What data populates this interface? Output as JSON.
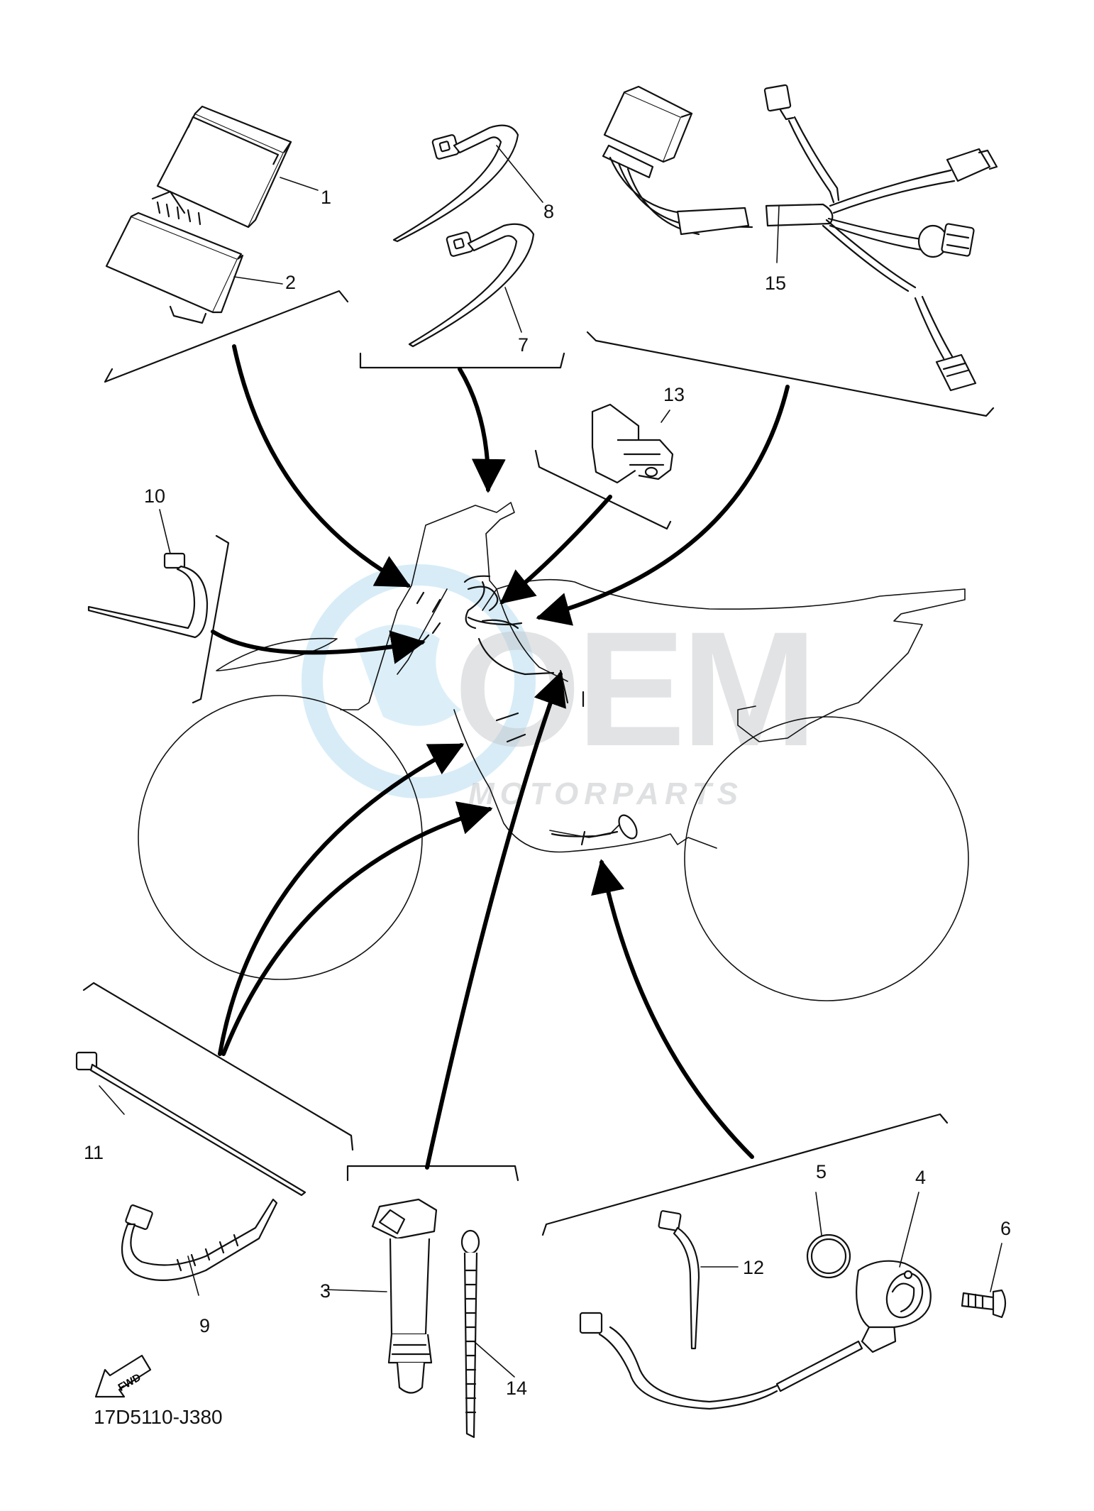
{
  "diagram_code": "17D5110-J380",
  "fwd_label": "FWD",
  "watermark": {
    "brand": "OEM",
    "tagline": "MOTORPARTS",
    "color_globe": "#2e9fd8",
    "color_text": "#9aa0a6"
  },
  "callouts": {
    "c1": "1",
    "c2": "2",
    "c3": "3",
    "c4": "4",
    "c5": "5",
    "c6": "6",
    "c7": "7",
    "c8": "8",
    "c9": "9",
    "c10": "10",
    "c11": "11",
    "c12": "12",
    "c13": "13",
    "c14": "14",
    "c15": "15"
  }
}
